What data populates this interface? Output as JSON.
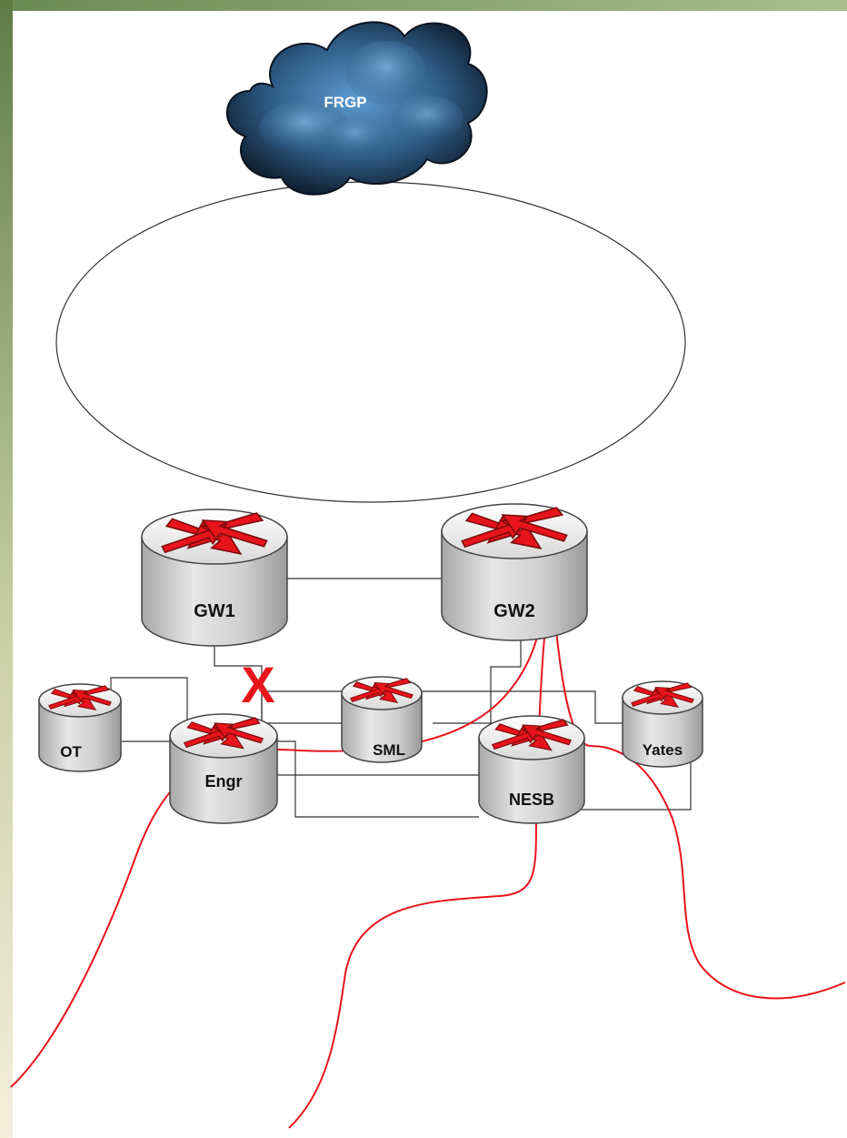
{
  "diagram": {
    "cloud": {
      "label": "FRGP"
    },
    "routers": {
      "gw1": {
        "label": "GW1"
      },
      "gw2": {
        "label": "GW2"
      },
      "engr": {
        "label": "Engr"
      },
      "nesb": {
        "label": "NESB"
      },
      "ot": {
        "label": "OT"
      },
      "sml": {
        "label": "SML"
      },
      "yates": {
        "label": "Yates"
      }
    },
    "failure_mark": {
      "symbol": "X",
      "link": "GW1-Engr"
    },
    "colors": {
      "slide_bar": "#6e8a55",
      "slide_bar_light": "#e8e4cc",
      "router_body": "#d4d4d4",
      "router_top": "#f2f2f2",
      "arrow_red": "#e8141c",
      "traffic_path": "#e8141c",
      "cloud_dark": "#0f1d2e",
      "cloud_light": "#4f8cc2",
      "link_line": "#333333"
    }
  }
}
